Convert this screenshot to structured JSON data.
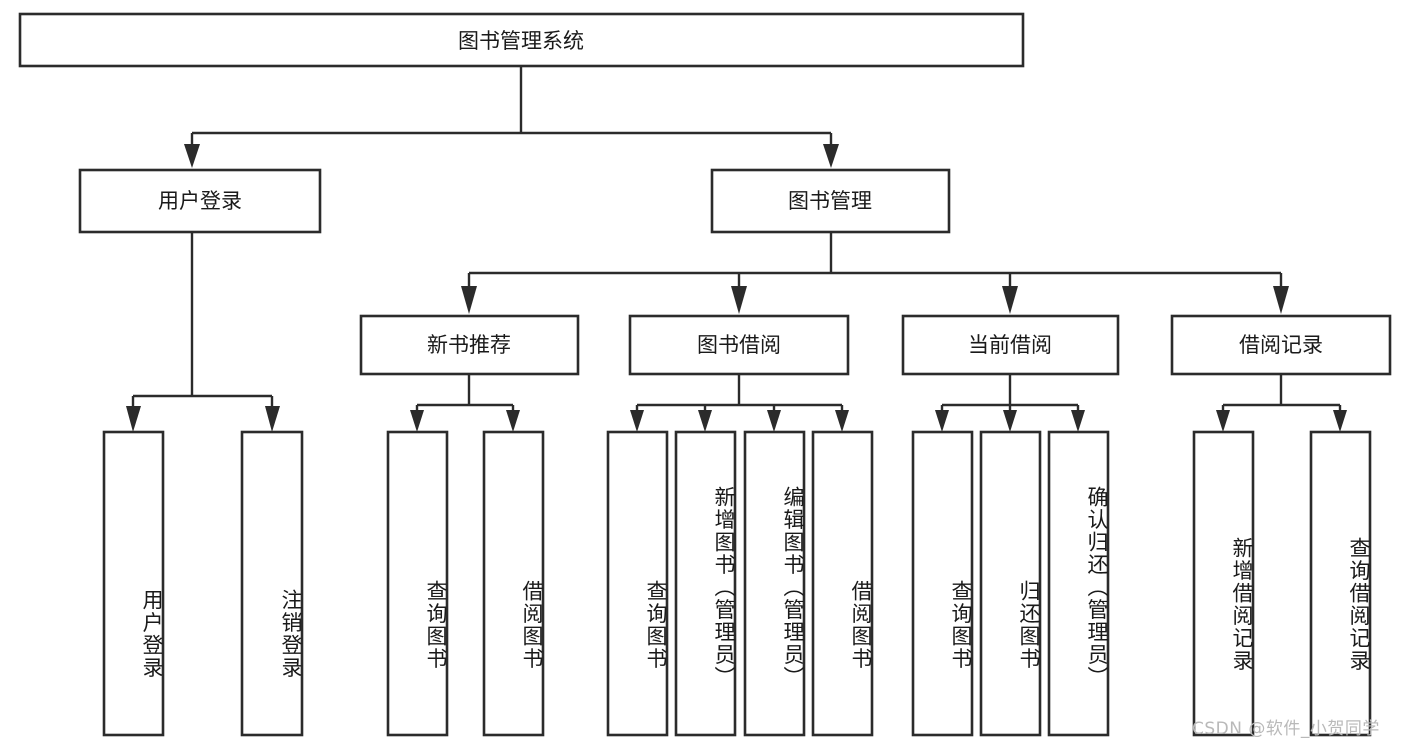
{
  "diagram": {
    "title": "图书管理系统",
    "watermark": "CSDN @软件_小贺同学",
    "type": "tree-hierarchy-chart",
    "colors": {
      "box_stroke": "#2b2b2b",
      "box_fill": "#ffffff",
      "text": "#1a1a1a",
      "background": "#ffffff",
      "watermark": "#b9b9b9"
    },
    "levels": {
      "root": {
        "label": "图书管理系统"
      },
      "level2": [
        {
          "label": "用户登录"
        },
        {
          "label": "图书管理"
        }
      ],
      "level3": [
        {
          "label": "新书推荐"
        },
        {
          "label": "图书借阅"
        },
        {
          "label": "当前借阅"
        },
        {
          "label": "借阅记录"
        }
      ],
      "leaves": [
        {
          "label": "用户登录",
          "parent": "用户登录"
        },
        {
          "label": "注销登录",
          "parent": "用户登录"
        },
        {
          "label": "查询图书",
          "parent": "新书推荐"
        },
        {
          "label": "借阅图书",
          "parent": "新书推荐"
        },
        {
          "label": "查询图书",
          "parent": "图书借阅"
        },
        {
          "label": "新增图书（管理员）",
          "parent": "图书借阅"
        },
        {
          "label": "编辑图书（管理员）",
          "parent": "图书借阅"
        },
        {
          "label": "借阅图书",
          "parent": "图书借阅"
        },
        {
          "label": "查询图书",
          "parent": "当前借阅"
        },
        {
          "label": "归还图书",
          "parent": "当前借阅"
        },
        {
          "label": "确认归还（管理员）",
          "parent": "当前借阅"
        },
        {
          "label": "新增借阅记录",
          "parent": "借阅记录"
        },
        {
          "label": "查询借阅记录",
          "parent": "借阅记录"
        }
      ]
    }
  }
}
